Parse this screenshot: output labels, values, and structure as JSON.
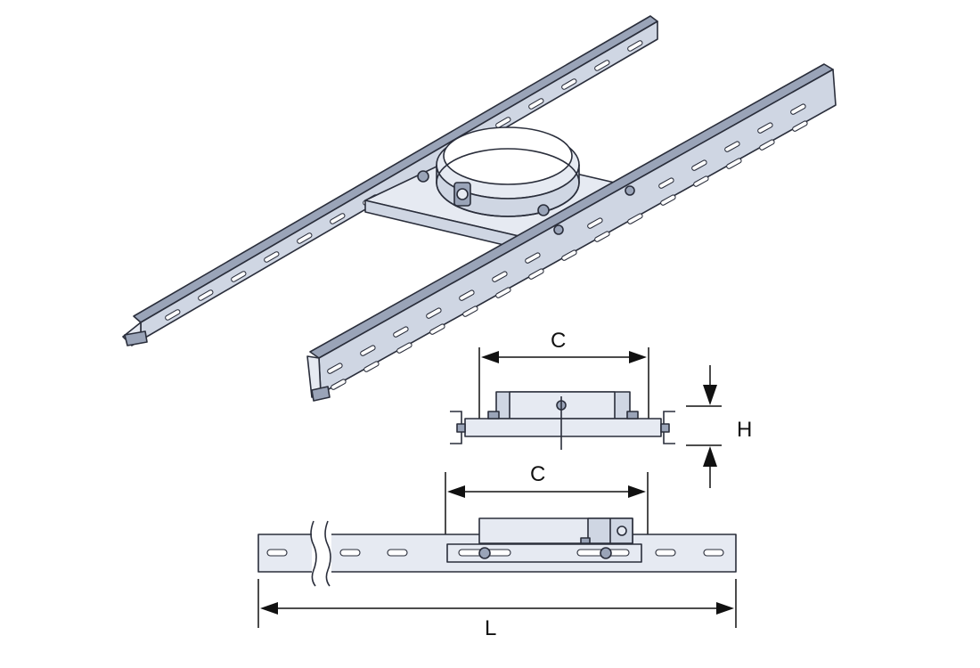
{
  "dimensions": {
    "top_view_width": "C",
    "height": "H",
    "side_view_width": "C",
    "length": "L"
  }
}
